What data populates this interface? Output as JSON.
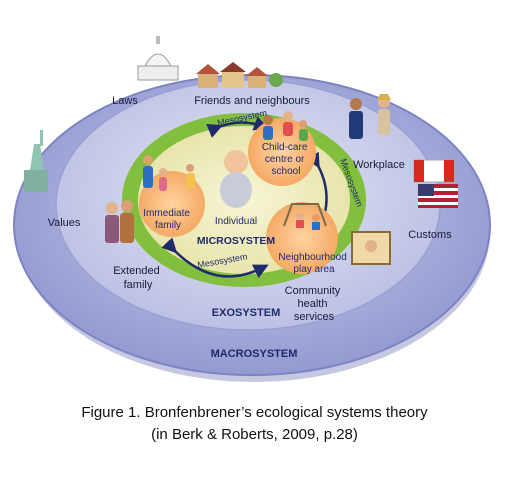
{
  "diagram": {
    "systems": {
      "macro": "MACROSYSTEM",
      "exo": "EXOSYSTEM",
      "micro": "MICROSYSTEM",
      "center": "Individual"
    },
    "meso": [
      "Mesosystem",
      "Mesosystem",
      "Mesosystem"
    ],
    "micro_nodes": {
      "family": [
        "Immediate",
        "family"
      ],
      "childcare": [
        "Child-care",
        "centre or",
        "school"
      ],
      "play": [
        "Neighbourhood",
        "play area"
      ]
    },
    "exo_labels": {
      "friends": "Friends and neighbours",
      "workplace": "Workplace",
      "extended": [
        "Extended",
        "family"
      ],
      "health": [
        "Community",
        "health",
        "services"
      ]
    },
    "macro_labels": {
      "laws": "Laws",
      "values": "Values",
      "customs": "Customs"
    }
  },
  "caption": {
    "line1": "Figure 1. Bronfenbrener’s ecological systems theory",
    "line2": "(in Berk & Roberts, 2009, p.28)"
  }
}
